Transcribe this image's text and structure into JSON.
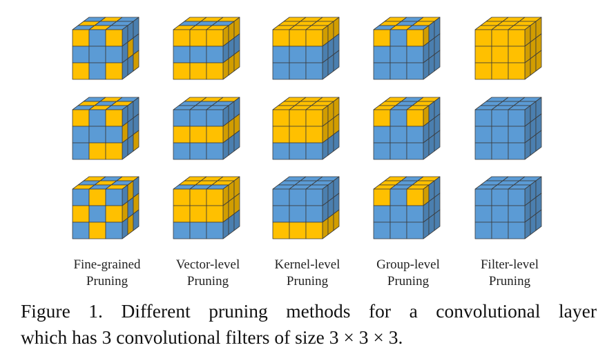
{
  "colors": {
    "kept": "#5B9BD5",
    "pruned": "#FFC000",
    "edge": "#3A3A3A"
  },
  "columns": [
    {
      "label_line1": "Fine-grained",
      "label_line2": "Pruning",
      "filters": [
        {
          "front": [
            [
              1,
              0,
              1
            ],
            [
              0,
              0,
              0
            ],
            [
              1,
              0,
              1
            ]
          ],
          "top": [
            [
              0,
              1,
              0
            ],
            [
              1,
              0,
              0
            ],
            [
              0,
              1,
              0
            ]
          ],
          "right": [
            [
              0,
              0,
              0
            ],
            [
              0,
              1,
              0
            ],
            [
              0,
              0,
              1
            ]
          ]
        },
        {
          "front": [
            [
              1,
              0,
              1
            ],
            [
              0,
              0,
              0
            ],
            [
              0,
              1,
              1
            ]
          ],
          "top": [
            [
              0,
              1,
              0
            ],
            [
              1,
              0,
              1
            ],
            [
              0,
              1,
              0
            ]
          ],
          "right": [
            [
              0,
              0,
              0
            ],
            [
              1,
              0,
              0
            ],
            [
              0,
              0,
              1
            ]
          ]
        },
        {
          "front": [
            [
              0,
              1,
              0
            ],
            [
              1,
              0,
              1
            ],
            [
              0,
              1,
              0
            ]
          ],
          "top": [
            [
              1,
              0,
              1
            ],
            [
              0,
              1,
              0
            ],
            [
              1,
              0,
              1
            ]
          ],
          "right": [
            [
              0,
              1,
              0
            ],
            [
              1,
              0,
              1
            ],
            [
              0,
              1,
              0
            ]
          ]
        }
      ]
    },
    {
      "label_line1": "Vector-level",
      "label_line2": "Pruning",
      "filters": [
        {
          "front": [
            [
              1,
              1,
              1
            ],
            [
              0,
              0,
              0
            ],
            [
              1,
              1,
              1
            ]
          ],
          "top": [
            [
              1,
              1,
              1
            ],
            [
              0,
              0,
              0
            ],
            [
              1,
              1,
              1
            ]
          ],
          "right": [
            [
              1,
              1,
              1
            ],
            [
              0,
              0,
              0
            ],
            [
              1,
              1,
              1
            ]
          ]
        },
        {
          "front": [
            [
              0,
              0,
              0
            ],
            [
              1,
              1,
              1
            ],
            [
              0,
              0,
              0
            ]
          ],
          "top": [
            [
              1,
              1,
              1
            ],
            [
              0,
              0,
              0
            ],
            [
              0,
              0,
              0
            ]
          ],
          "right": [
            [
              0,
              0,
              0
            ],
            [
              1,
              1,
              1
            ],
            [
              0,
              0,
              0
            ]
          ]
        },
        {
          "front": [
            [
              1,
              1,
              1
            ],
            [
              1,
              1,
              1
            ],
            [
              0,
              0,
              0
            ]
          ],
          "top": [
            [
              1,
              1,
              1
            ],
            [
              1,
              1,
              1
            ],
            [
              0,
              0,
              0
            ]
          ],
          "right": [
            [
              1,
              1,
              1
            ],
            [
              1,
              1,
              1
            ],
            [
              0,
              0,
              0
            ]
          ]
        }
      ]
    },
    {
      "label_line1": "Kernel-level",
      "label_line2": "Pruning",
      "filters": [
        {
          "front": [
            [
              1,
              1,
              1
            ],
            [
              0,
              0,
              0
            ],
            [
              0,
              0,
              0
            ]
          ],
          "top": [
            [
              1,
              1,
              1
            ],
            [
              1,
              1,
              1
            ],
            [
              1,
              1,
              1
            ]
          ],
          "right": [
            [
              1,
              1,
              1
            ],
            [
              0,
              0,
              0
            ],
            [
              0,
              0,
              0
            ]
          ]
        },
        {
          "front": [
            [
              1,
              1,
              1
            ],
            [
              1,
              1,
              1
            ],
            [
              0,
              0,
              0
            ]
          ],
          "top": [
            [
              1,
              1,
              1
            ],
            [
              1,
              1,
              1
            ],
            [
              1,
              1,
              1
            ]
          ],
          "right": [
            [
              1,
              1,
              1
            ],
            [
              1,
              1,
              1
            ],
            [
              0,
              0,
              0
            ]
          ]
        },
        {
          "front": [
            [
              0,
              0,
              0
            ],
            [
              0,
              0,
              0
            ],
            [
              1,
              1,
              1
            ]
          ],
          "top": [
            [
              0,
              0,
              0
            ],
            [
              0,
              0,
              0
            ],
            [
              0,
              0,
              0
            ]
          ],
          "right": [
            [
              0,
              0,
              0
            ],
            [
              0,
              0,
              0
            ],
            [
              1,
              1,
              1
            ]
          ]
        }
      ]
    },
    {
      "label_line1": "Group-level",
      "label_line2": "Pruning",
      "filters": [
        {
          "front": [
            [
              1,
              0,
              1
            ],
            [
              0,
              0,
              0
            ],
            [
              0,
              0,
              0
            ]
          ],
          "top": [
            [
              1,
              0,
              1
            ],
            [
              1,
              0,
              1
            ],
            [
              0,
              1,
              0
            ]
          ],
          "right": [
            [
              1,
              0,
              0
            ],
            [
              0,
              0,
              0
            ],
            [
              0,
              0,
              0
            ]
          ]
        },
        {
          "front": [
            [
              1,
              0,
              1
            ],
            [
              0,
              0,
              0
            ],
            [
              0,
              0,
              0
            ]
          ],
          "top": [
            [
              1,
              0,
              1
            ],
            [
              1,
              0,
              1
            ],
            [
              1,
              0,
              1
            ]
          ],
          "right": [
            [
              1,
              0,
              0
            ],
            [
              0,
              0,
              0
            ],
            [
              0,
              0,
              0
            ]
          ]
        },
        {
          "front": [
            [
              1,
              0,
              1
            ],
            [
              0,
              0,
              0
            ],
            [
              0,
              0,
              0
            ]
          ],
          "top": [
            [
              1,
              0,
              1
            ],
            [
              1,
              0,
              1
            ],
            [
              1,
              0,
              1
            ]
          ],
          "right": [
            [
              1,
              0,
              0
            ],
            [
              0,
              0,
              0
            ],
            [
              0,
              0,
              0
            ]
          ]
        }
      ]
    },
    {
      "label_line1": "Filter-level",
      "label_line2": "Pruning",
      "filters": [
        {
          "front": [
            [
              1,
              1,
              1
            ],
            [
              1,
              1,
              1
            ],
            [
              1,
              1,
              1
            ]
          ],
          "top": [
            [
              1,
              1,
              1
            ],
            [
              1,
              1,
              1
            ],
            [
              1,
              1,
              1
            ]
          ],
          "right": [
            [
              1,
              1,
              1
            ],
            [
              1,
              1,
              1
            ],
            [
              1,
              1,
              1
            ]
          ]
        },
        {
          "front": [
            [
              0,
              0,
              0
            ],
            [
              0,
              0,
              0
            ],
            [
              0,
              0,
              0
            ]
          ],
          "top": [
            [
              0,
              0,
              0
            ],
            [
              0,
              0,
              0
            ],
            [
              0,
              0,
              0
            ]
          ],
          "right": [
            [
              0,
              0,
              0
            ],
            [
              0,
              0,
              0
            ],
            [
              0,
              0,
              0
            ]
          ]
        },
        {
          "front": [
            [
              0,
              0,
              0
            ],
            [
              0,
              0,
              0
            ],
            [
              0,
              0,
              0
            ]
          ],
          "top": [
            [
              0,
              0,
              0
            ],
            [
              0,
              0,
              0
            ],
            [
              0,
              0,
              0
            ]
          ],
          "right": [
            [
              0,
              0,
              0
            ],
            [
              0,
              0,
              0
            ],
            [
              0,
              0,
              0
            ]
          ]
        }
      ]
    }
  ],
  "caption": {
    "line1": "Figure 1. Different pruning methods for a convolutional layer",
    "line2": "which has 3 convolutional filters of size 3 × 3 × 3."
  }
}
